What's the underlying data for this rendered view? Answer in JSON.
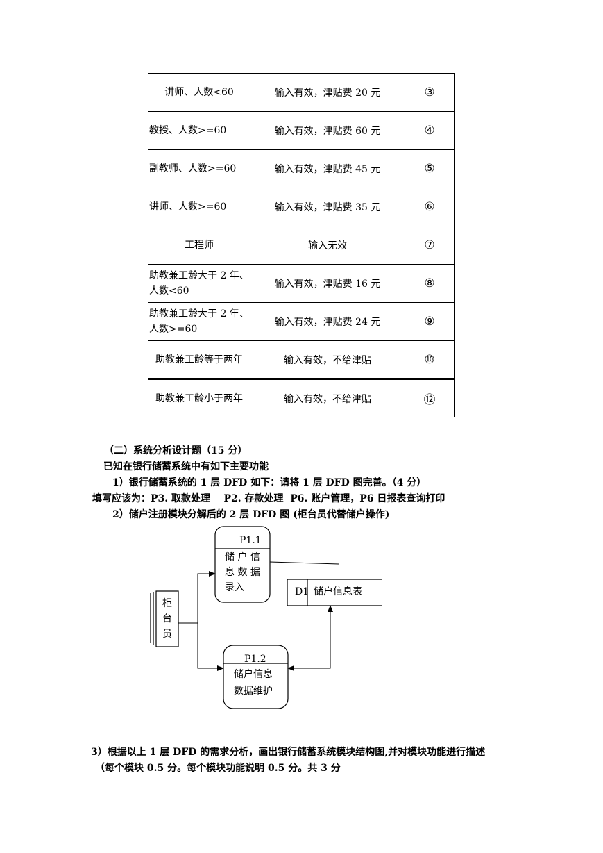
{
  "table": {
    "rows": [
      {
        "condition": "讲师、人数<60",
        "result": "输入有效，津贴费 20 元",
        "mark": "③"
      },
      {
        "condition": "教授、人数>=60",
        "result": "输入有效，津贴费 60 元",
        "mark": "④"
      },
      {
        "condition": "副教师、人数>=60",
        "result": "输入有效，津贴费 45 元",
        "mark": "⑤"
      },
      {
        "condition": "讲师、人数>=60",
        "result": "输入有效，津贴费 35 元",
        "mark": "⑥"
      },
      {
        "condition": "工程师",
        "result": "输入无效",
        "mark": "⑦"
      },
      {
        "condition": "助教兼工龄大于 2 年、人数<60",
        "result": "输入有效，津贴费 16 元",
        "mark": "⑧"
      },
      {
        "condition": "助教兼工龄大于 2 年、人数>=60",
        "result": "输入有效，津贴费 24 元",
        "mark": "⑨"
      },
      {
        "condition": "助教兼工龄等于两年",
        "result": "输入有效，不给津贴",
        "mark": "⑩"
      },
      {
        "condition": "助教兼工龄小于两年",
        "result": "输入有效，不给津贴",
        "mark": "⑫"
      }
    ]
  },
  "section": {
    "heading": "（二）系统分析设计题（15 分）",
    "intro": "已知在银行储蓄系统中有如下主要功能",
    "q1": "1）银行储蓄系统的 1 层 DFD 如下：请将 1 层 DFD 图完善。（4 分）",
    "answer": "填写应该为：P3. 取款处理    P2. 存款处理  P6. 账户管理，P6 日报表查询打印",
    "q2": "2）储户注册模块分解后的 2 层 DFD 图 (柜台员代替储户操作)",
    "q3_line1": "3）根据以上 1 层 DFD 的需求分析，画出银行储蓄系统模块结构图,并对模块功能进行描述",
    "q3_line2": "（每个模块 0.5 分。每个模块功能说明 0.5 分。共 3 分"
  },
  "diagram": {
    "p11_id": "P1.1",
    "p11_line1": "储 户 信",
    "p11_line2": "息 数 据",
    "p11_line3": "录入",
    "p12_id": "P1.2",
    "p12_line1": "储户信息",
    "p12_line2": "数据维护",
    "store_id": "D1",
    "store_name": "储户信息表",
    "entity_c1": "柜",
    "entity_c2": "台",
    "entity_c3": "员"
  }
}
